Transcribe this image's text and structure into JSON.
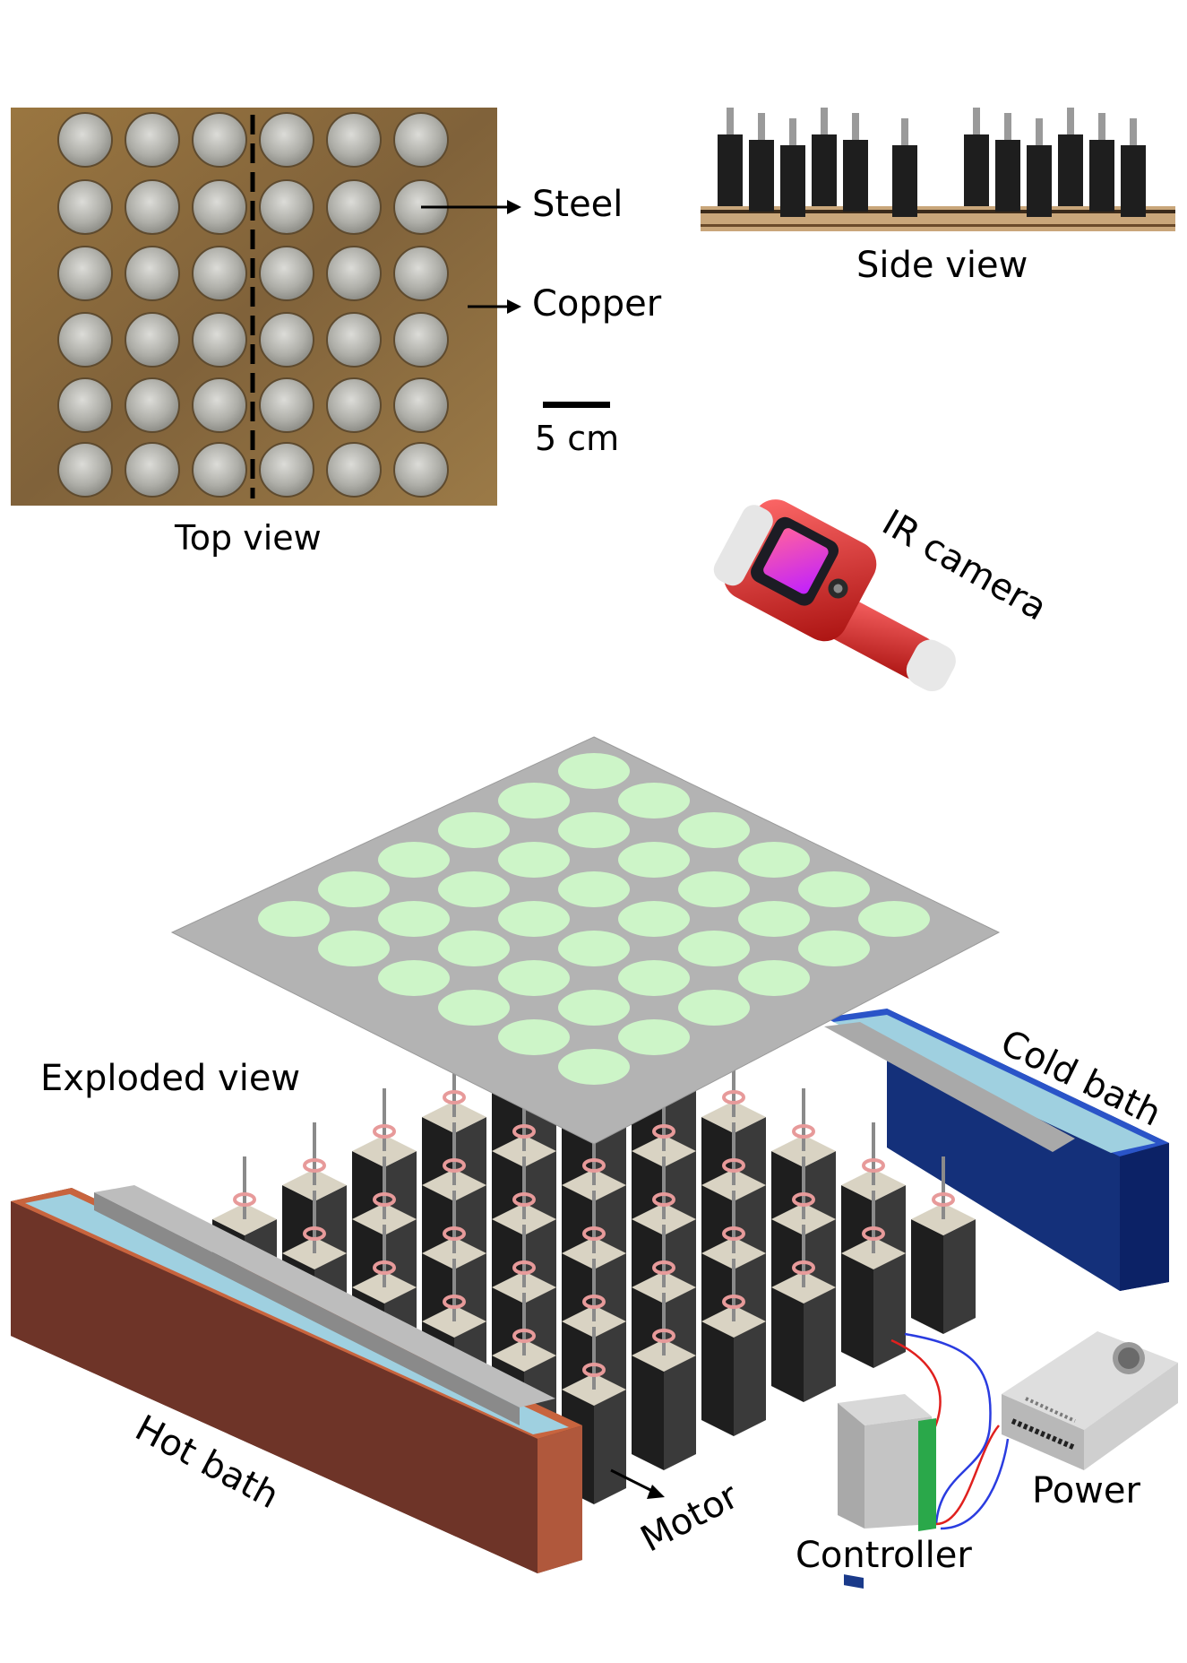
{
  "top_view": {
    "caption": "Top view",
    "label_steel": "Steel",
    "label_copper": "Copper",
    "scale_bar_label": "5 cm"
  },
  "side_view": {
    "caption": "Side view"
  },
  "ir_camera": {
    "label": "IR camera"
  },
  "exploded": {
    "caption": "Exploded view",
    "label_cold_bath": "Cold bath",
    "label_hot_bath": "Hot bath",
    "label_motor": "Motor",
    "label_controller": "Controller",
    "label_power": "Power"
  },
  "colors": {
    "copper_plate": "#8a6a3a",
    "steel_disc": "#b8b8b4",
    "plate_gray": "#b3b3b3",
    "disc_green": "#cdf5c8",
    "cold_bath": "#1c3a8c",
    "hot_bath": "#b0583c",
    "water": "#9fd0e0",
    "motor_dark": "#1e1e1e",
    "motor_cap": "#d9d3c3",
    "coupler": "#e79a9a",
    "camera_red": "#c8201e",
    "camera_screen": "#e03cff",
    "wire_red": "#e0201e",
    "wire_blue": "#2a3ce0",
    "terminal_green": "#2aa84a"
  }
}
